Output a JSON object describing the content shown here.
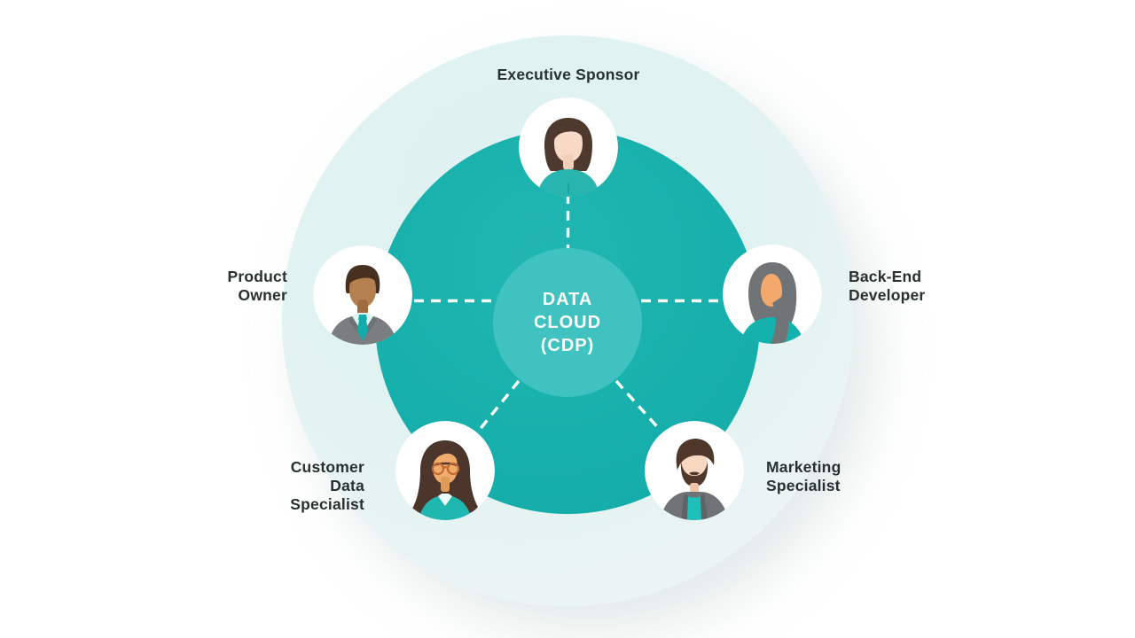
{
  "hub": {
    "label": "DATA CLOUD (CDP)",
    "lines": [
      "DATA",
      "CLOUD",
      "(CDP)"
    ]
  },
  "roles": [
    {
      "id": "executive-sponsor",
      "label": "Executive Sponsor",
      "lines": [
        "Executive Sponsor"
      ],
      "position": "top",
      "avatar": "woman-short-bob-teal-top"
    },
    {
      "id": "product-owner",
      "label": "Product Owner",
      "lines": [
        "Product",
        "Owner"
      ],
      "position": "left",
      "avatar": "man-gray-suit-teal-tie"
    },
    {
      "id": "back-end-developer",
      "label": "Back-End Developer",
      "lines": [
        "Back-End",
        "Developer"
      ],
      "position": "right",
      "avatar": "woman-gray-hijab-teal-top"
    },
    {
      "id": "customer-data-specialist",
      "label": "Customer Data Specialist",
      "lines": [
        "Customer",
        "Data",
        "Specialist"
      ],
      "position": "bottom-left",
      "avatar": "woman-long-hair-glasses-teal-blouse"
    },
    {
      "id": "marketing-specialist",
      "label": "Marketing Specialist",
      "lines": [
        "Marketing",
        "Specialist"
      ],
      "position": "bottom-right",
      "avatar": "man-beard-gray-jacket-teal-tee"
    }
  ],
  "connections": [
    {
      "from": "data-cloud-hub",
      "to": "executive-sponsor",
      "style": "dashed-white"
    },
    {
      "from": "data-cloud-hub",
      "to": "product-owner",
      "style": "dashed-white"
    },
    {
      "from": "data-cloud-hub",
      "to": "back-end-developer",
      "style": "dashed-white"
    },
    {
      "from": "data-cloud-hub",
      "to": "customer-data-specialist",
      "style": "dashed-white"
    },
    {
      "from": "data-cloud-hub",
      "to": "marketing-specialist",
      "style": "dashed-white"
    }
  ],
  "theme": {
    "ring_teal": "#18B0AC",
    "ring_teal_light": "#21B6B1",
    "ring_teal_dark": "#12A9A6",
    "hub_teal": "#3FC2C0",
    "halo_teal": "#DFF1F1",
    "halo_fade": "#F1F6F5",
    "connector_white": "#FFFFFF",
    "label_dark": "#27312F",
    "avatar_bg": "#FFFFFF"
  }
}
